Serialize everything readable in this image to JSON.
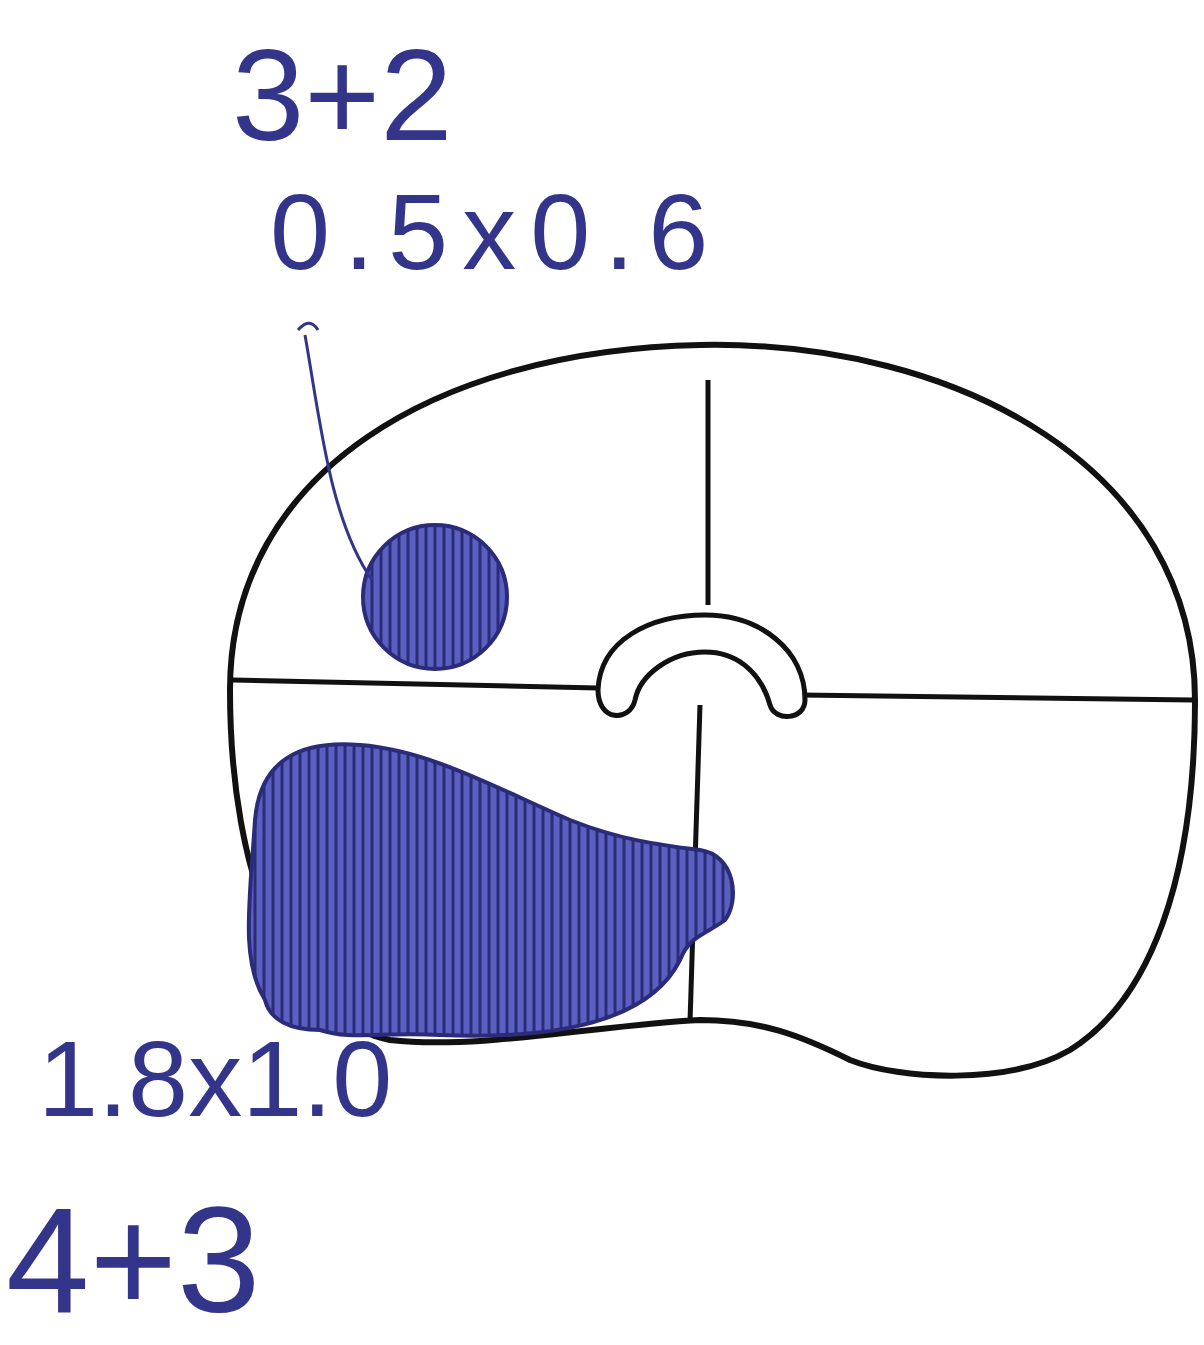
{
  "diagram": {
    "labels": [
      "3+2",
      "0.5x0.6",
      "1.8x1.0",
      "4+3"
    ]
  }
}
